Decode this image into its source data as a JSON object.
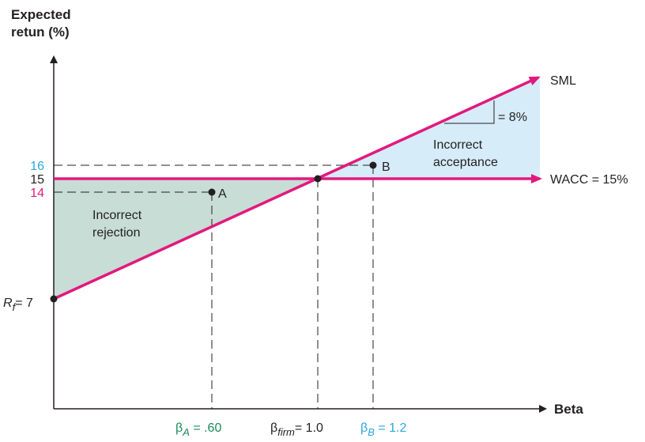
{
  "y_axis": {
    "label_line1": "Expected",
    "label_line2": "retun (%)"
  },
  "x_axis": {
    "label": "Beta"
  },
  "lines": {
    "sml_label": "SML",
    "wacc_label": "WACC = 15%"
  },
  "y_ticks": {
    "t16": "16",
    "t15": "15",
    "t14": "14"
  },
  "rf": {
    "base": "R",
    "sub": "f",
    "rest": "= 7"
  },
  "points": {
    "a_label": "A",
    "b_label": "B"
  },
  "regions": {
    "rejection_line1": "Incorrect",
    "rejection_line2": "rejection",
    "acceptance_line1": "Incorrect",
    "acceptance_line2": "acceptance"
  },
  "slope_label": "= 8%",
  "x_ticks": {
    "a": {
      "base": "β",
      "sub": "A",
      "rest": " = .60"
    },
    "firm": {
      "base": "β",
      "sub": "firm",
      "rest": "= 1.0"
    },
    "b": {
      "base": "β",
      "sub": "B",
      "rest": " = 1.2"
    }
  },
  "colors": {
    "line": "#e2197d",
    "tick16": "#2aa7d9",
    "tick15": "#231f20",
    "tick14": "#e2197d",
    "rejection_fill": "#c7ddd5",
    "acceptance_fill": "#d6ecf8",
    "beta_a": "#1b8a5a",
    "beta_b": "#2aa7d9",
    "text": "#231f20"
  },
  "chart_data": {
    "type": "line",
    "series": [
      {
        "name": "SML",
        "x": [
          0,
          1.0,
          1.2
        ],
        "y": [
          7,
          15,
          16.6
        ]
      },
      {
        "name": "WACC = 15%",
        "x": [
          0,
          1.0,
          1.2
        ],
        "y": [
          15,
          15,
          15
        ]
      }
    ],
    "points": [
      {
        "label": "A",
        "x": 0.6,
        "y": 14
      },
      {
        "label": "B",
        "x": 1.2,
        "y": 16
      },
      {
        "label": "",
        "x": 1.0,
        "y": 15
      },
      {
        "label": "",
        "x": 0,
        "y": 7
      }
    ]
  }
}
